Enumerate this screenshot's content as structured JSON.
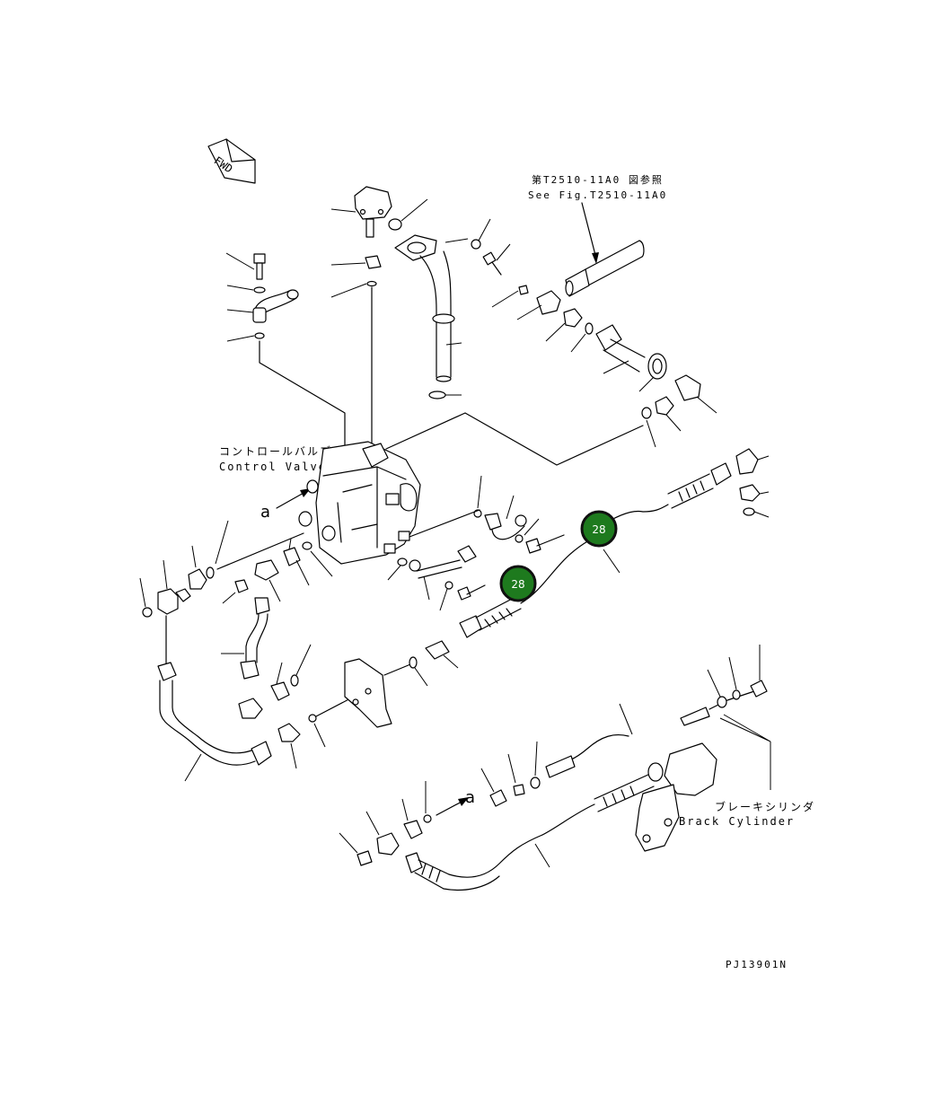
{
  "labels": {
    "fwd": "FWD",
    "ref_jp": "第T2510-11A0 図参照",
    "ref_en": "See Fig.T2510-11A0",
    "control_valve_jp": "コントロールバルブ",
    "control_valve_en": "Control Valve",
    "brake_cylinder_jp": "ブレーキシリンダ",
    "brake_cylinder_en": "Brack Cylinder",
    "marker_a_upper": "a",
    "marker_a_lower": "a",
    "drawing_code": "PJ13901N"
  },
  "callouts": [
    {
      "id": "callout-28-upper",
      "label": "28"
    },
    {
      "id": "callout-28-lower",
      "label": "28"
    }
  ],
  "colors": {
    "callout_fill": "#1e7a1e",
    "callout_stroke": "#111111",
    "line": "#000000"
  }
}
